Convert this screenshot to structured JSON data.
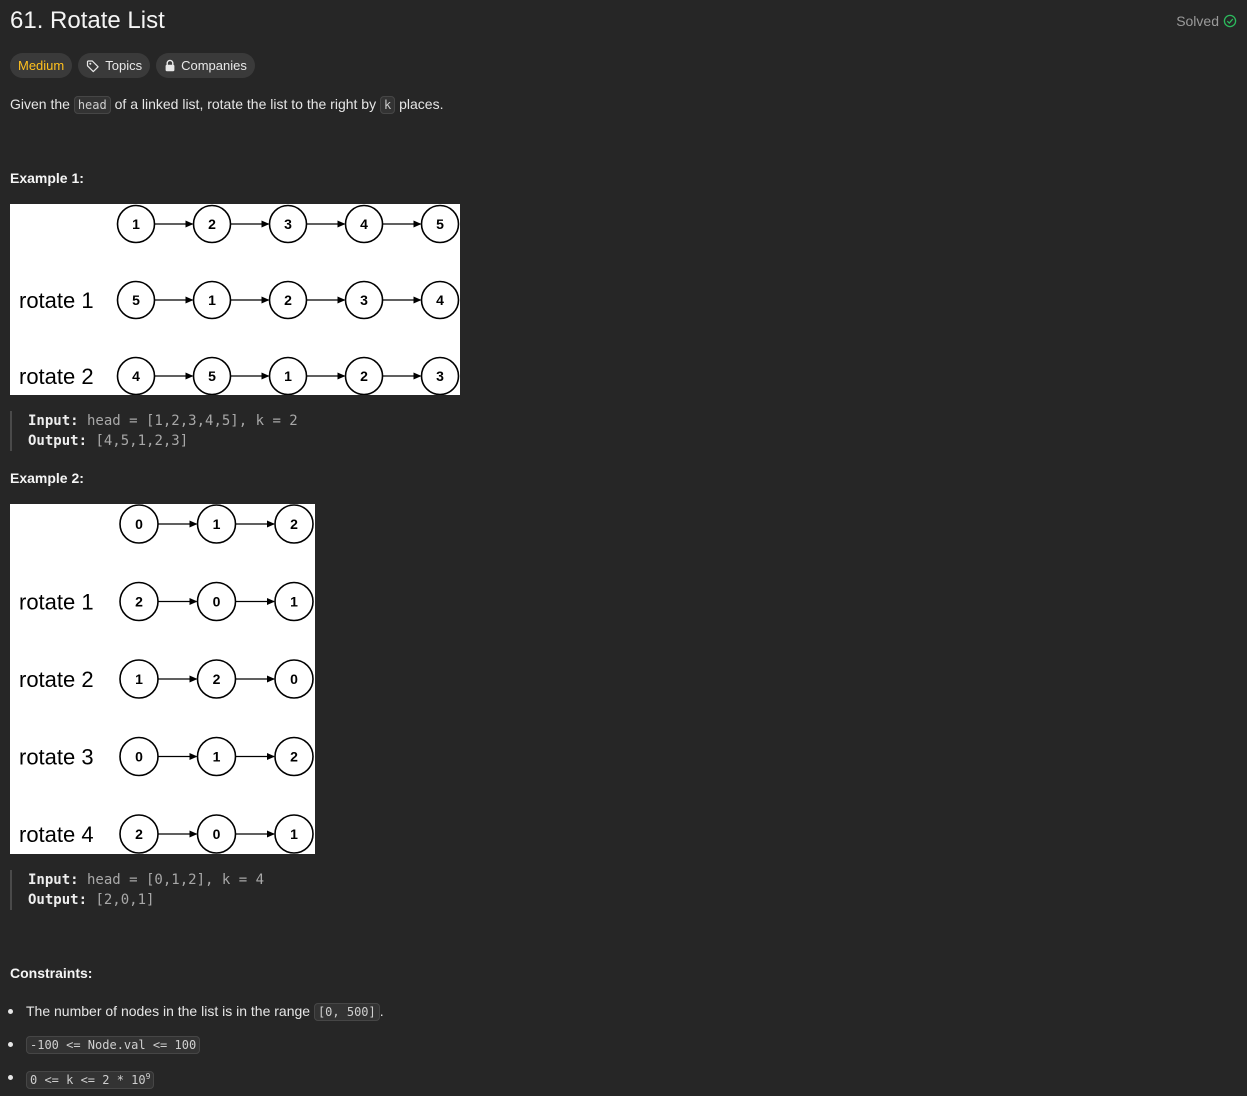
{
  "problem": {
    "title": "61. Rotate List",
    "status": "Solved",
    "difficulty": "Medium",
    "topics_label": "Topics",
    "companies_label": "Companies",
    "description": {
      "before_head": "Given the ",
      "head_code": "head",
      "middle": " of a linked list, rotate the list to the right by ",
      "k_code": "k",
      "after": " places."
    }
  },
  "examples": [
    {
      "label": "Example 1:",
      "figure": {
        "rows": [
          {
            "label": "",
            "nodes": [
              "1",
              "2",
              "3",
              "4",
              "5"
            ]
          },
          {
            "label": "rotate 1",
            "nodes": [
              "5",
              "1",
              "2",
              "3",
              "4"
            ]
          },
          {
            "label": "rotate 2",
            "nodes": [
              "4",
              "5",
              "1",
              "2",
              "3"
            ]
          }
        ]
      },
      "input_label": "Input:",
      "input_value": " head = [1,2,3,4,5], k = 2",
      "output_label": "Output:",
      "output_value": " [4,5,1,2,3]"
    },
    {
      "label": "Example 2:",
      "figure": {
        "rows": [
          {
            "label": "",
            "nodes": [
              "0",
              "1",
              "2"
            ]
          },
          {
            "label": "rotate 1",
            "nodes": [
              "2",
              "0",
              "1"
            ]
          },
          {
            "label": "rotate 2",
            "nodes": [
              "1",
              "2",
              "0"
            ]
          },
          {
            "label": "rotate 3",
            "nodes": [
              "0",
              "1",
              "2"
            ]
          },
          {
            "label": "rotate 4",
            "nodes": [
              "2",
              "0",
              "1"
            ]
          }
        ]
      },
      "input_label": "Input:",
      "input_value": " head = [0,1,2], k = 4",
      "output_label": "Output:",
      "output_value": " [2,0,1]"
    }
  ],
  "constraints": {
    "heading": "Constraints:",
    "items": [
      {
        "text_before": "The number of nodes in the list is in the range ",
        "code": "[0, 500]",
        "text_after": "."
      },
      {
        "code": "-100 <= Node.val <= 100"
      },
      {
        "code_base": "0 <= k <= 2 * 10",
        "code_sup": "9"
      }
    ]
  },
  "colors": {
    "background": "#262626",
    "medium": "#ffc01e",
    "solved_check": "#2cbb5d"
  }
}
